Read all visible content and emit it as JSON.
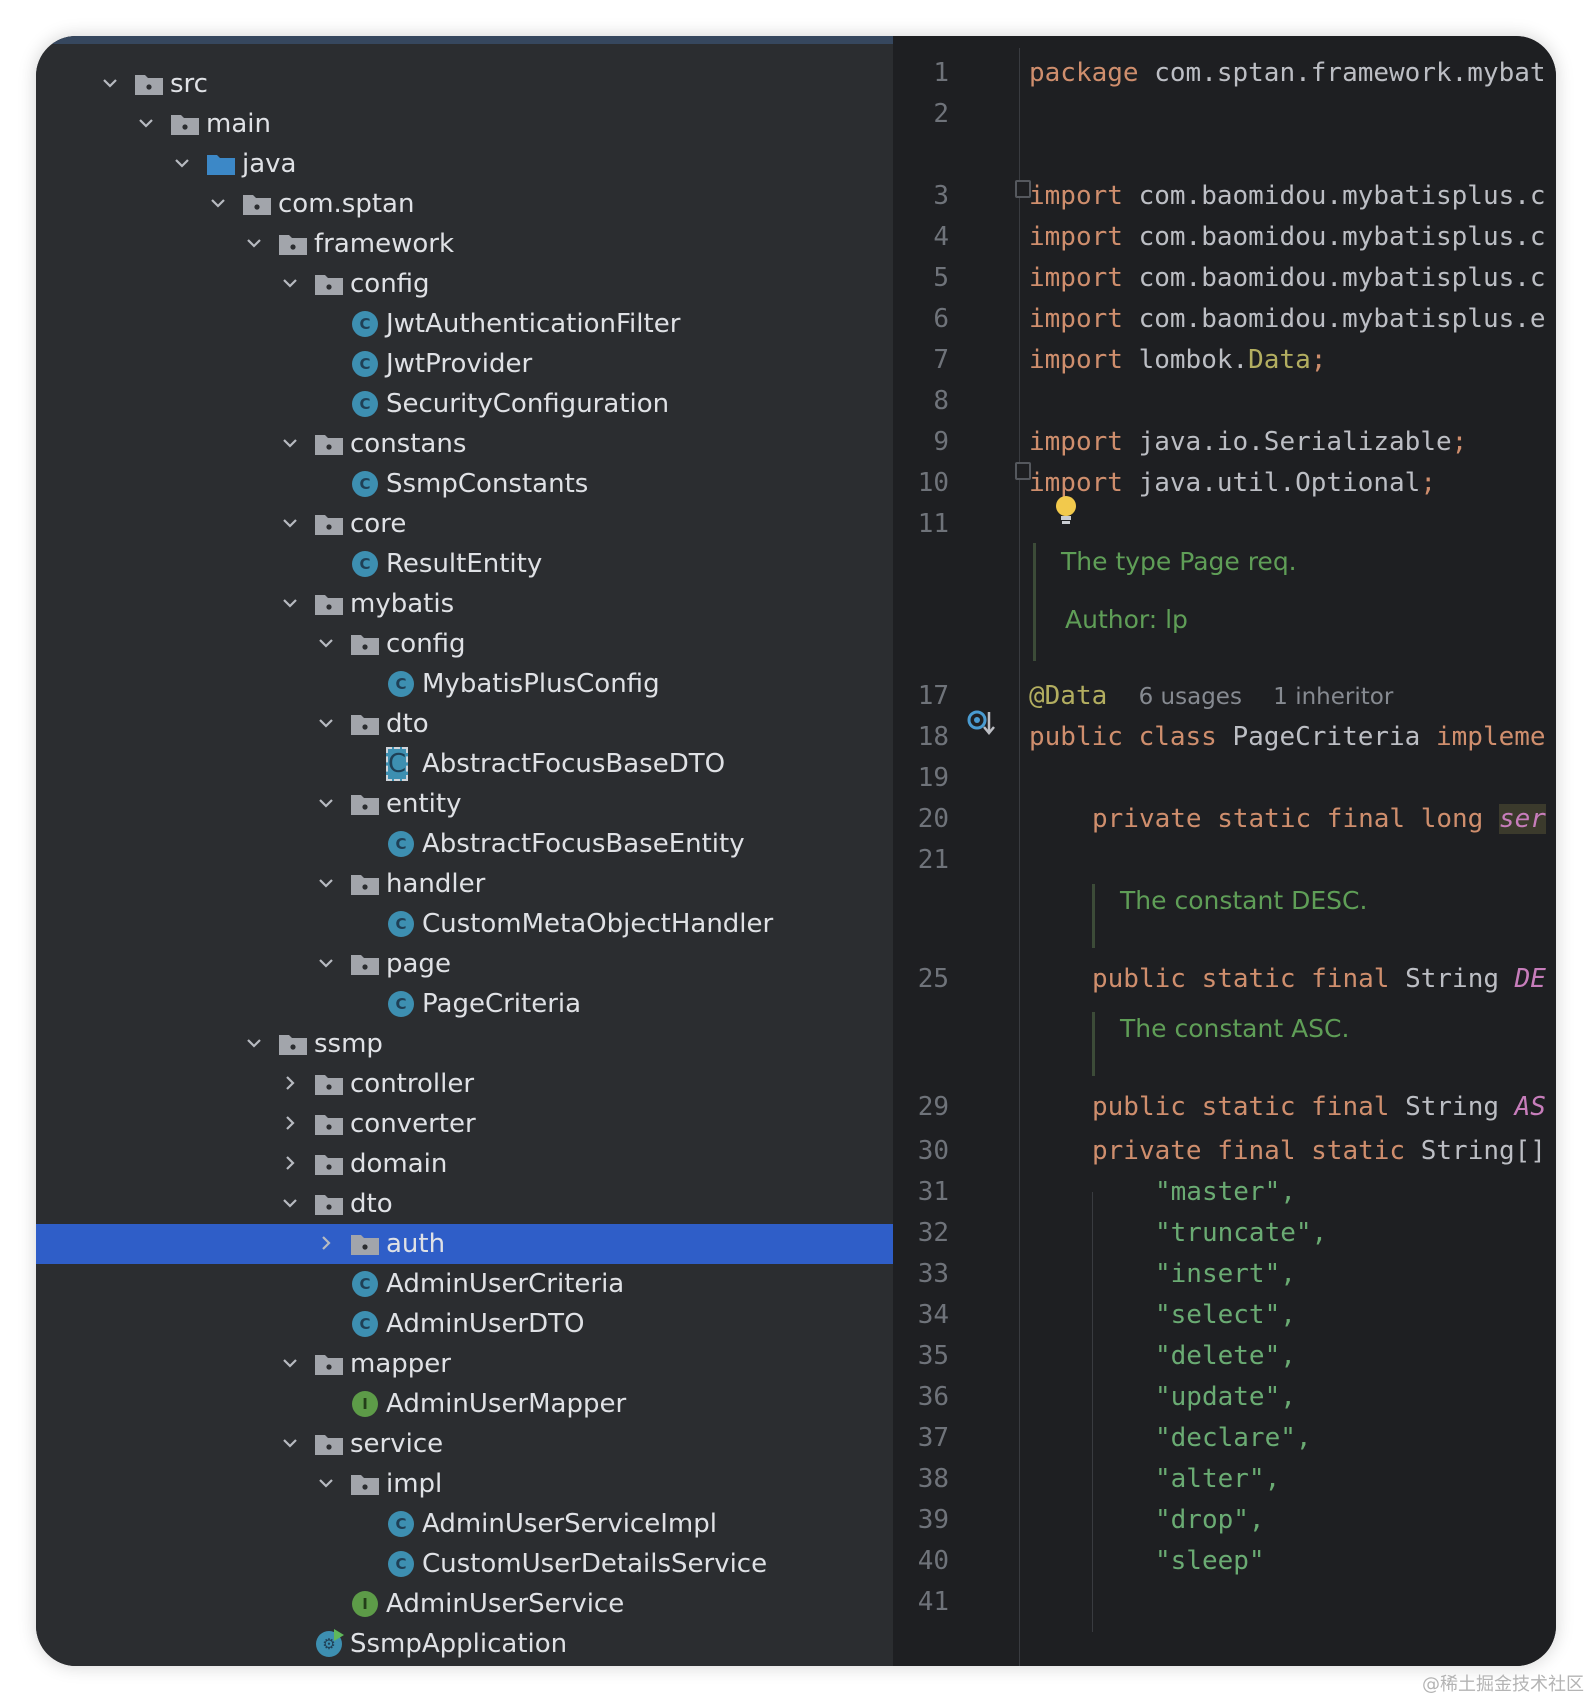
{
  "tree": {
    "rows": [
      {
        "label": "src",
        "type": "folder",
        "depth": 0,
        "expanded": true
      },
      {
        "label": "main",
        "type": "folder",
        "depth": 1,
        "expanded": true
      },
      {
        "label": "java",
        "type": "source-folder",
        "depth": 2,
        "expanded": true
      },
      {
        "label": "com.sptan",
        "type": "folder",
        "depth": 3,
        "expanded": true
      },
      {
        "label": "framework",
        "type": "folder",
        "depth": 4,
        "expanded": true
      },
      {
        "label": "config",
        "type": "folder",
        "depth": 5,
        "expanded": true
      },
      {
        "label": "JwtAuthenticationFilter",
        "type": "class",
        "depth": 6
      },
      {
        "label": "JwtProvider",
        "type": "class",
        "depth": 6
      },
      {
        "label": "SecurityConfiguration",
        "type": "class",
        "depth": 6
      },
      {
        "label": "constans",
        "type": "folder",
        "depth": 5,
        "expanded": true
      },
      {
        "label": "SsmpConstants",
        "type": "class",
        "depth": 6
      },
      {
        "label": "core",
        "type": "folder",
        "depth": 5,
        "expanded": true
      },
      {
        "label": "ResultEntity",
        "type": "class",
        "depth": 6
      },
      {
        "label": "mybatis",
        "type": "folder",
        "depth": 5,
        "expanded": true
      },
      {
        "label": "config",
        "type": "folder",
        "depth": 6,
        "expanded": true
      },
      {
        "label": "MybatisPlusConfig",
        "type": "class",
        "depth": 7
      },
      {
        "label": "dto",
        "type": "folder",
        "depth": 6,
        "expanded": true
      },
      {
        "label": "AbstractFocusBaseDTO",
        "type": "abstract",
        "depth": 7
      },
      {
        "label": "entity",
        "type": "folder",
        "depth": 6,
        "expanded": true
      },
      {
        "label": "AbstractFocusBaseEntity",
        "type": "class",
        "depth": 7
      },
      {
        "label": "handler",
        "type": "folder",
        "depth": 6,
        "expanded": true
      },
      {
        "label": "CustomMetaObjectHandler",
        "type": "class",
        "depth": 7
      },
      {
        "label": "page",
        "type": "folder",
        "depth": 6,
        "expanded": true
      },
      {
        "label": "PageCriteria",
        "type": "class",
        "depth": 7
      },
      {
        "label": "ssmp",
        "type": "folder",
        "depth": 4,
        "expanded": true
      },
      {
        "label": "controller",
        "type": "folder",
        "depth": 5,
        "expanded": false
      },
      {
        "label": "converter",
        "type": "folder",
        "depth": 5,
        "expanded": false
      },
      {
        "label": "domain",
        "type": "folder",
        "depth": 5,
        "expanded": false
      },
      {
        "label": "dto",
        "type": "folder",
        "depth": 5,
        "expanded": true
      },
      {
        "label": "auth",
        "type": "folder",
        "depth": 6,
        "expanded": false,
        "selected": true
      },
      {
        "label": "AdminUserCriteria",
        "type": "class",
        "depth": 6
      },
      {
        "label": "AdminUserDTO",
        "type": "class",
        "depth": 6
      },
      {
        "label": "mapper",
        "type": "folder",
        "depth": 5,
        "expanded": true
      },
      {
        "label": "AdminUserMapper",
        "type": "interface",
        "depth": 6
      },
      {
        "label": "service",
        "type": "folder",
        "depth": 5,
        "expanded": true
      },
      {
        "label": "impl",
        "type": "folder",
        "depth": 6,
        "expanded": true
      },
      {
        "label": "AdminUserServiceImpl",
        "type": "class",
        "depth": 7
      },
      {
        "label": "CustomUserDetailsService",
        "type": "class",
        "depth": 7
      },
      {
        "label": "AdminUserService",
        "type": "interface",
        "depth": 6
      },
      {
        "label": "SsmpApplication",
        "type": "application",
        "depth": 5
      }
    ]
  },
  "editor": {
    "line_numbers": [
      "1",
      "2",
      "3",
      "4",
      "5",
      "6",
      "7",
      "8",
      "9",
      "10",
      "11",
      "17",
      "18",
      "19",
      "20",
      "21",
      "25",
      "29",
      "30",
      "31",
      "32",
      "33",
      "34",
      "35",
      "36",
      "37",
      "38",
      "39",
      "40",
      "41"
    ],
    "code": {
      "l1_kw": "package",
      "l1_rest": " com.sptan.framework.mybat",
      "import_kw": "import",
      "l3_rest": " com.baomidou.mybatisplus.c",
      "l4_rest": " com.baomidou.mybatisplus.c",
      "l5_rest": " com.baomidou.mybatisplus.c",
      "l6_rest": " com.baomidou.mybatisplus.e",
      "l7_rest": " lombok.",
      "l7_ann": "Data",
      "semicolon": ";",
      "l9_rest": " java.io.Serializable",
      "l10_rest": " java.util.Optional",
      "doc1_line1": "The type Page req.",
      "doc1_line2": "Author: lp",
      "l17_ann": "@Data",
      "l17_usages": "6 usages",
      "l17_inheritor": "1 inheritor",
      "l18_kw": "public class",
      "l18_name": " PageCriteria ",
      "l18_kw2": "impleme",
      "l20_kw": "private static final long",
      "l20_field": "ser",
      "doc2": "The constant DESC.",
      "l25_kw": "public static final",
      "l25_type": " String ",
      "l25_field": "DE",
      "doc3": "The constant ASC.",
      "l29_field": "AS",
      "l30_kw": "private final static",
      "l30_type": " String[]",
      "strings": [
        "\"master\",",
        "\"truncate\",",
        "\"insert\",",
        "\"select\",",
        "\"delete\",",
        "\"update\",",
        "\"declare\",",
        "\"alter\",",
        "\"drop\",",
        "\"sleep\""
      ],
      "l41": "};"
    }
  },
  "watermark": "@稀土掘金技术社区",
  "colors": {
    "tree_bg": "#2b2d30",
    "editor_bg": "#1e1f22",
    "selection": "#2f5ec8",
    "keyword": "#cf8e6d",
    "string": "#6aab73",
    "annotation": "#b3ae60",
    "doc_comment": "#5f9e57"
  }
}
